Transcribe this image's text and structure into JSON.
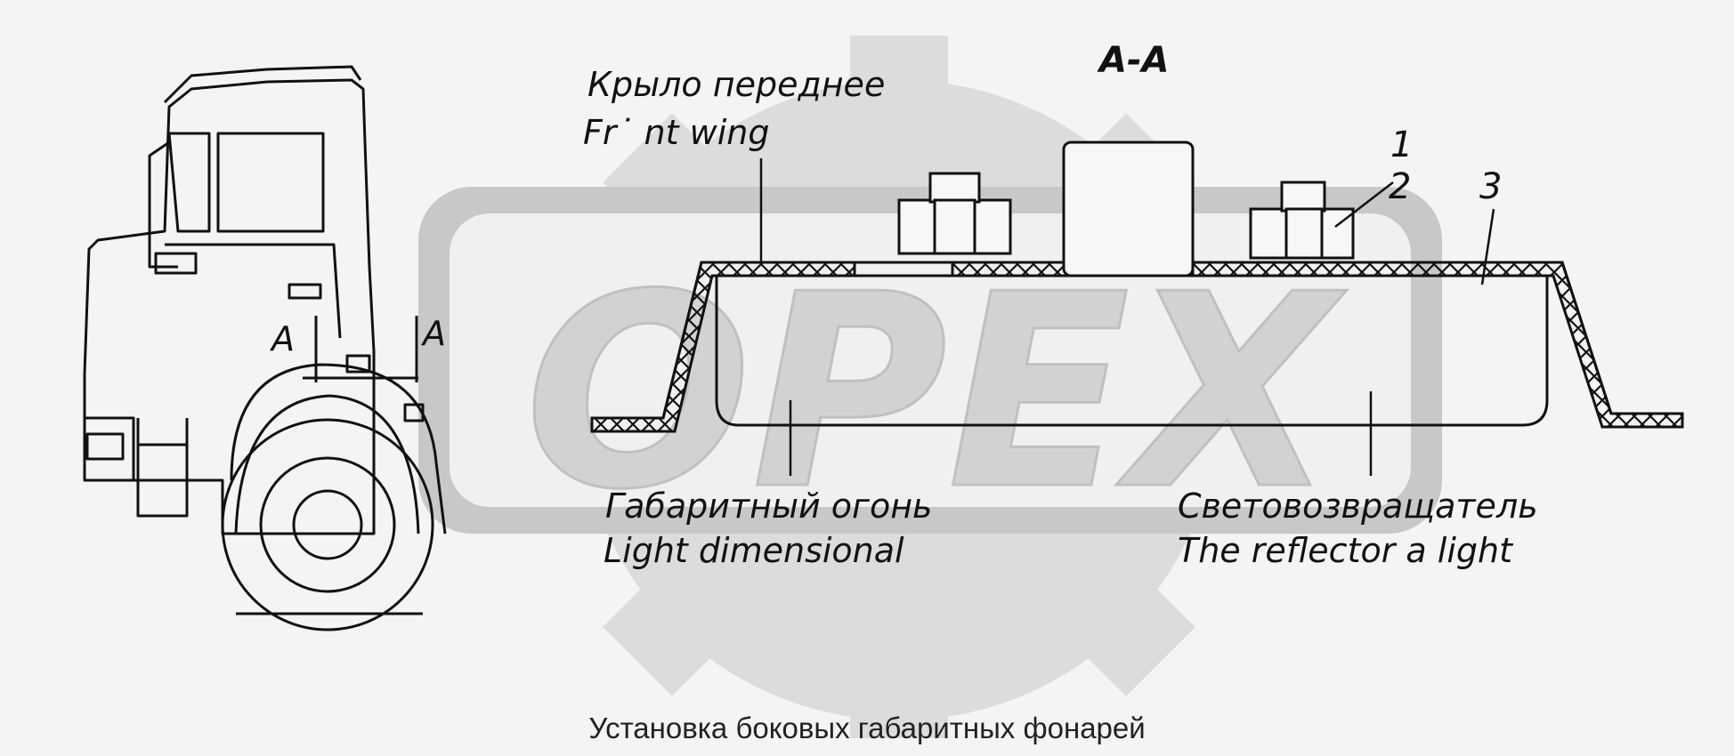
{
  "section_title": "A-A",
  "labels": {
    "front_wing_ru": "Крыло переднее",
    "front_wing_en": "Fr˙ nt wing",
    "light_ru": "Габаритный огонь",
    "light_en": "Light dimensional",
    "reflector_ru": "Световозвращатель",
    "reflector_en": "The reflector a light",
    "cut_a_left": "A",
    "cut_a_right": "A"
  },
  "part_numbers": [
    "1",
    "2",
    "3"
  ],
  "caption": "Установка боковых габаритных фонарей",
  "watermark": {
    "text": "OPEX",
    "color": "#d9d9d9"
  },
  "colors": {
    "line": "#111111",
    "background": "#f4f4f4"
  }
}
